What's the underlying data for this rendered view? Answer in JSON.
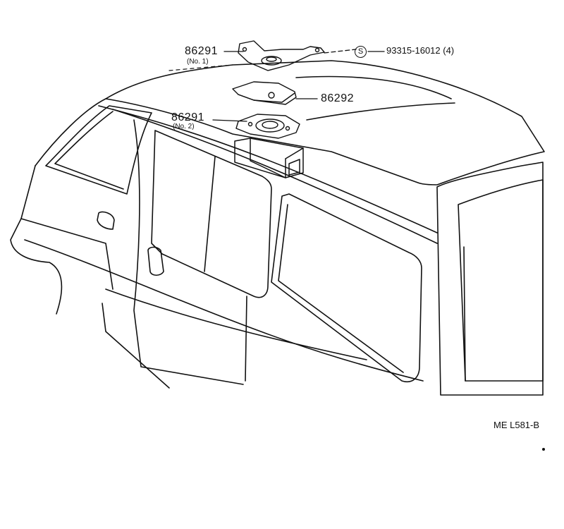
{
  "callouts": {
    "part_86291_no1": {
      "number": "86291",
      "sub": "(No. 1)"
    },
    "part_86292": {
      "number": "86292"
    },
    "part_86291_no2": {
      "number": "86291",
      "sub": "(No. 2)"
    },
    "screw": {
      "symbol": "S",
      "number": "93315-16012 (4)"
    }
  },
  "diagram_code": "ME L581-B",
  "colors": {
    "ink": "#111111",
    "background": "#ffffff"
  }
}
